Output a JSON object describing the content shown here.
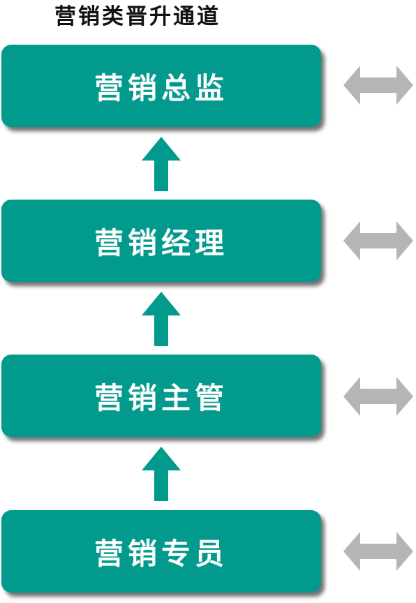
{
  "title": "营销类晋升通道",
  "levels": [
    {
      "label": "营销总监"
    },
    {
      "label": "营销经理"
    },
    {
      "label": "营销主管"
    },
    {
      "label": "营销专员"
    }
  ],
  "colors": {
    "box": "#029a8c",
    "up_arrow": "#029a8c",
    "side_arrow": "#b5b5b5",
    "label": "#ffffff",
    "title": "#111111"
  },
  "icons": {
    "up_arrow": "up-arrow-icon",
    "side_arrow": "double-arrow-icon"
  }
}
